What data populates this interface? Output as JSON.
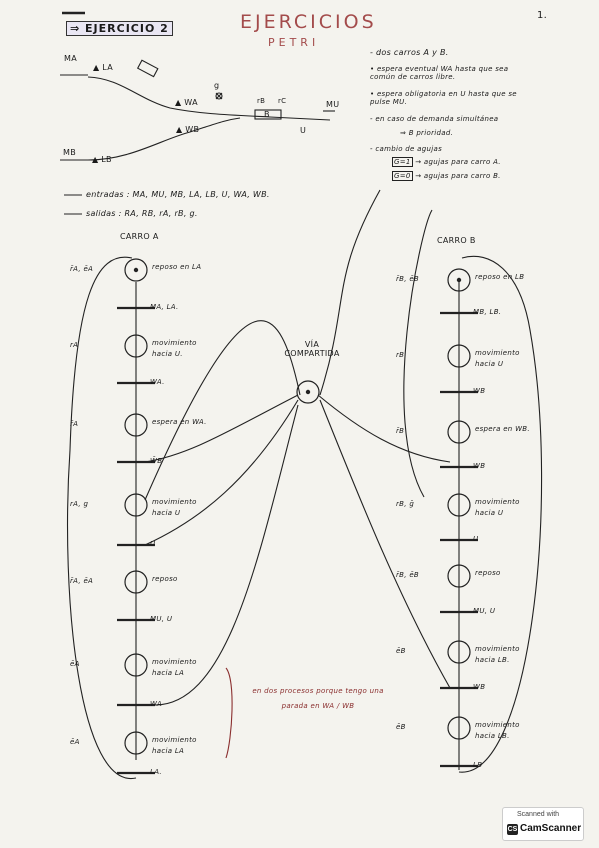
{
  "page_number": "1.",
  "header": {
    "exercise_label": "⇒ EJERCICIO 2",
    "title": "EJERCICIOS",
    "subtitle": "PETRI"
  },
  "scene_labels": {
    "ma": "MA",
    "la": "▲ LA",
    "g": "g",
    "rb": "rB",
    "rc": "rC",
    "wa": "▲ WA",
    "wb": "▲ WB",
    "b": "B",
    "u": "U",
    "mu": "MU",
    "mb": "MB",
    "lb": "▲ LB"
  },
  "notes": [
    "- dos carros A y B.",
    "• espera eventual WA hasta que sea común de carros libre.",
    "• espera obligatoria en U hasta que se pulse MU.",
    "- en caso de demanda simultánea",
    "⇒ B prioridad.",
    "- cambio de agujas"
  ],
  "agujas": [
    {
      "label": "G=1",
      "text": "→ agujas para carro A."
    },
    {
      "label": "Ḡ=0",
      "text": "→ agujas para carro B."
    }
  ],
  "io": {
    "entradas": "entradas : MA, MU, MB, LA, LB, U, WA, WB.",
    "salidas": "salidas : RA, RB, rA, rB, g."
  },
  "carro_a": {
    "title": "CARRO A",
    "places": [
      {
        "left": "r̄A, ēA",
        "name": "reposo en LA",
        "token": true
      },
      {
        "left": "rA",
        "name": "movimiento hacia U.",
        "token": false
      },
      {
        "left": "r̄A",
        "name": "espera en WA.",
        "token": false
      },
      {
        "left": "rA, g",
        "name": "movimiento hacia U",
        "token": false
      },
      {
        "left": "r̄A, ēA",
        "name": "reposo",
        "token": false
      },
      {
        "left": "ēA",
        "name": "movimiento hacia LA",
        "token": false
      },
      {
        "left": "ēA",
        "name": "movimiento hacia LA",
        "token": false
      }
    ],
    "transitions": [
      "MA, LA.",
      "WA.",
      "W̄B",
      "U",
      "MU, U",
      "WA",
      "LA."
    ]
  },
  "carro_b": {
    "title": "CARRO B",
    "places": [
      {
        "left": "r̄B, ēB",
        "name": "reposo en LB",
        "token": true
      },
      {
        "left": "rB",
        "name": "movimiento hacia U",
        "token": false
      },
      {
        "left": "r̄B",
        "name": "espera en WB.",
        "token": false
      },
      {
        "left": "rB, ḡ",
        "name": "movimiento hacia U",
        "token": false
      },
      {
        "left": "r̄B, ēB",
        "name": "reposo",
        "token": false
      },
      {
        "left": "ēB",
        "name": "movimiento hacia LB.",
        "token": false
      },
      {
        "left": "ēB",
        "name": "movimiento hacia LB.",
        "token": false
      }
    ],
    "transitions": [
      "MB, LB.",
      "WB",
      "WB",
      "U",
      "MU, U",
      "WB",
      "LB"
    ]
  },
  "shared": {
    "title": "VÍA COMPARTIDA"
  },
  "margin_note": "en dos procesos porque tengo una parada en WA / WB",
  "scanner": {
    "line1": "Scanned with",
    "line2": "CamScanner"
  }
}
